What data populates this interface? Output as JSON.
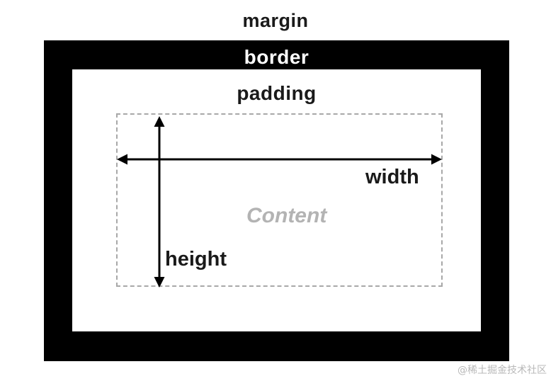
{
  "diagram": {
    "margin_label": "margin",
    "border_label": "border",
    "padding_label": "padding",
    "content_label": "Content",
    "width_label": "width",
    "height_label": "height"
  },
  "watermark": "@稀土掘金技术社区",
  "colors": {
    "border_fill": "#000000",
    "padding_fill": "#ffffff",
    "content_dash": "#a8a8a8",
    "content_text": "#b3b3b3",
    "arrow": "#000000"
  }
}
